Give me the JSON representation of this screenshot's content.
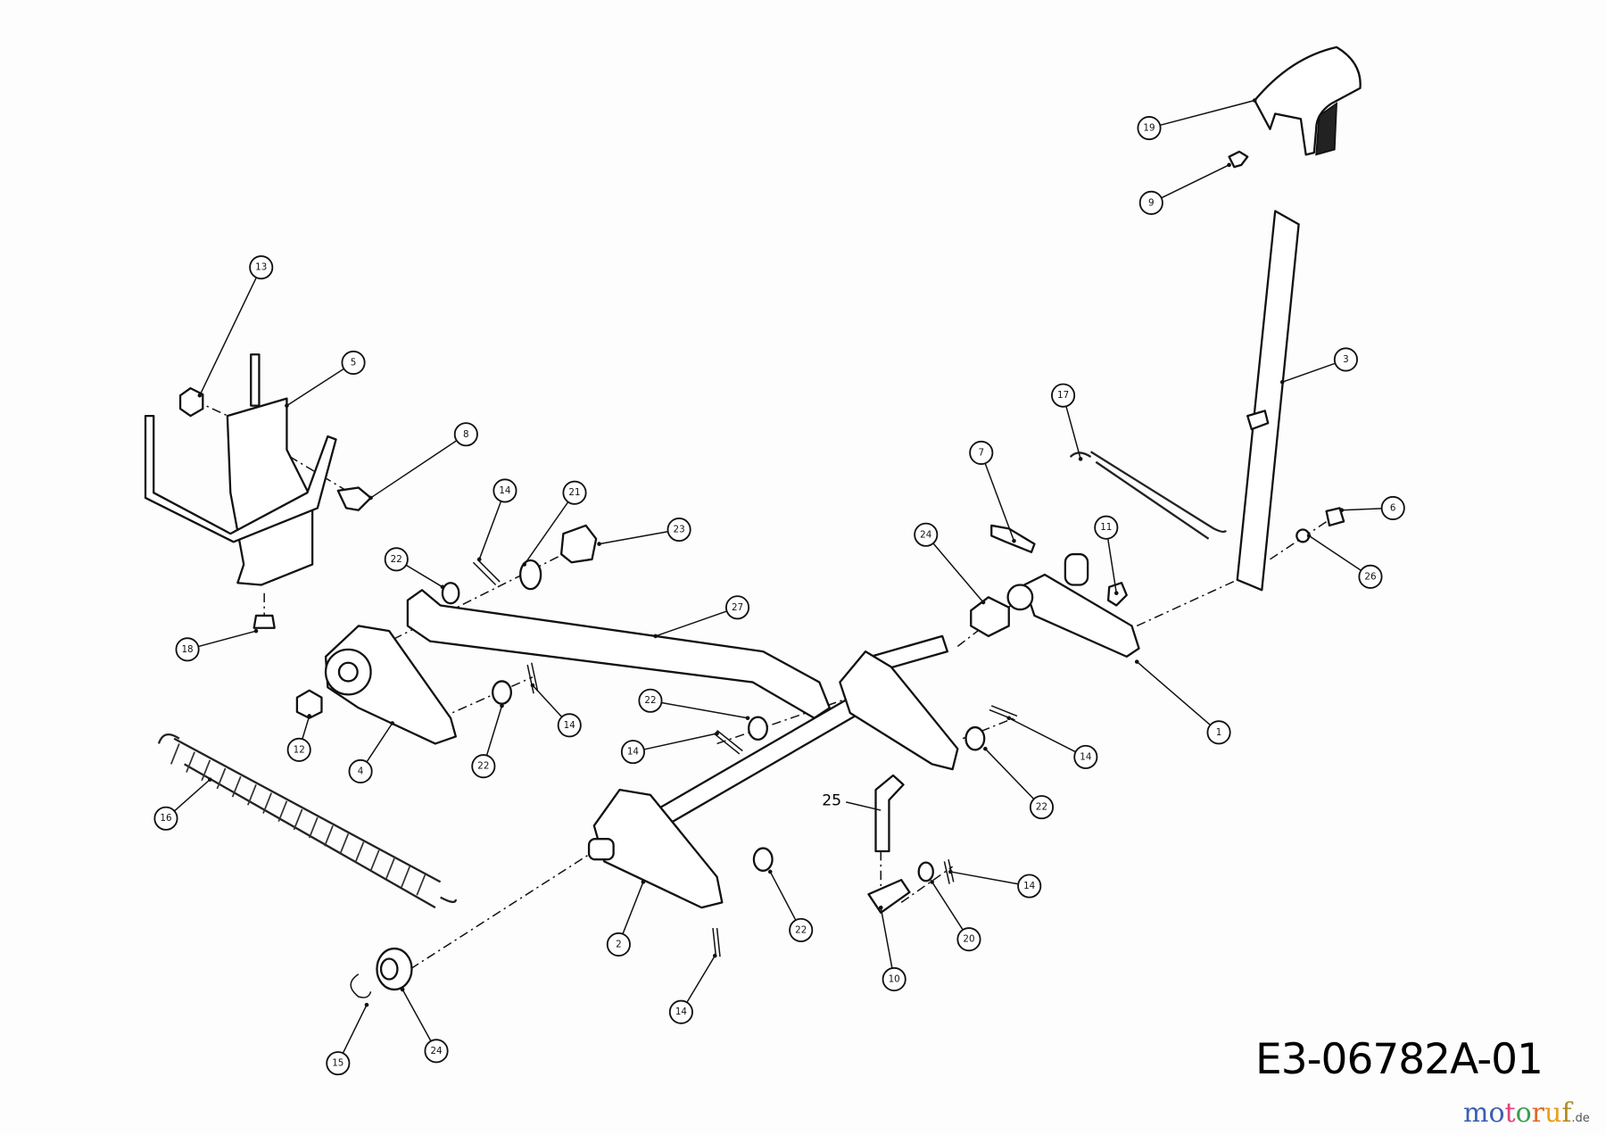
{
  "diagram": {
    "drawing_number": "E3-06782A-01",
    "logo": {
      "text": "motoruf",
      "suffix": ".de",
      "colors": [
        "#3a5fb0",
        "#3a5fb0",
        "#e0447a",
        "#3aa04a",
        "#e06a2a",
        "#e8a020",
        "#b08a20"
      ]
    },
    "callouts": [
      "19",
      "9",
      "3",
      "13",
      "5",
      "8",
      "17",
      "7",
      "11",
      "6",
      "26",
      "14",
      "21",
      "23",
      "22",
      "24",
      "27",
      "18",
      "12",
      "4",
      "22",
      "14",
      "22",
      "14",
      "1",
      "14",
      "22",
      "16",
      "14",
      "20",
      "10",
      "22",
      "2",
      "14",
      "15",
      "24"
    ],
    "plain_label": "25"
  }
}
